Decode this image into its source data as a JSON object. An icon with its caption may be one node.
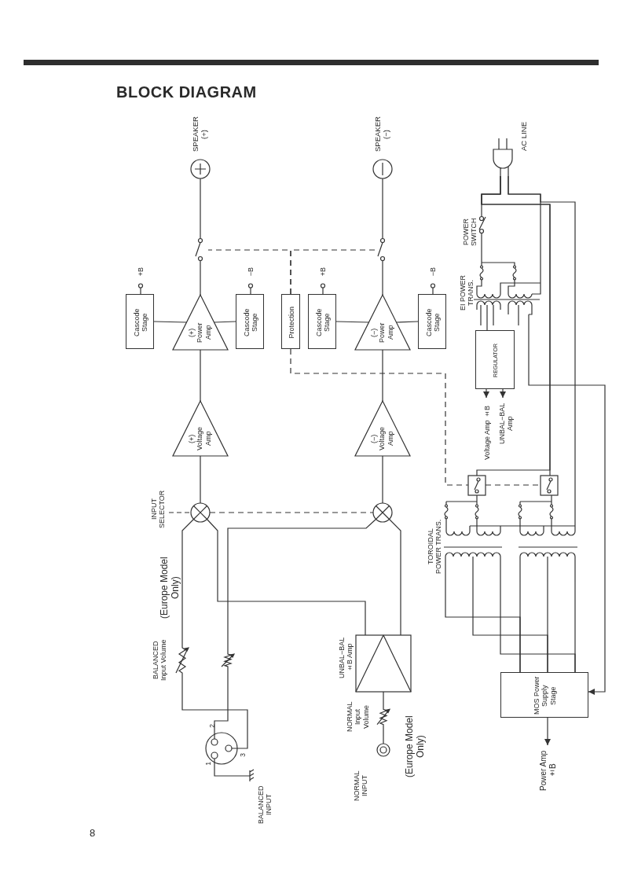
{
  "diagram": {
    "title": "BLOCK DIAGRAM",
    "nodes": [
      {
        "text": [
          "SPEAKER (+)"
        ]
      },
      {
        "text": [
          "SPEAKER (−)"
        ]
      },
      {
        "text": [
          "Cascode Stage"
        ],
        "beside": [
          "+B"
        ]
      },
      {
        "text": [
          "(+) Power Amp"
        ]
      },
      {
        "text": [
          "Cascode Stage"
        ],
        "beside": [
          "−B"
        ]
      },
      {
        "text": [
          "Protection"
        ]
      },
      {
        "text": [
          "Cascode Stage"
        ],
        "beside": [
          "+B"
        ]
      },
      {
        "text": [
          "(−) Power Amp"
        ]
      },
      {
        "text": [
          "Cascode Stage"
        ],
        "beside": [
          "−B"
        ]
      },
      {
        "text": [
          "(+) Voltage Amp"
        ]
      },
      {
        "text": [
          "(−) Voltage Amp"
        ]
      },
      {
        "text": [
          "INPUT SELECTOR"
        ]
      },
      {
        "text": [],
        "shape": "circle"
      },
      {
        "text": [
          "BALANCED Input Volume"
        ]
      },
      {
        "text": [],
        "shape": "resistor"
      },
      {
        "text": [
          "BALANCED INPUT"
        ]
      },
      {
        "text": [
          "UNBAL−BAL ±B Amp"
        ]
      },
      {
        "text": [
          "NORMAL Input Volume"
        ]
      },
      {
        "text": [
          "NORMAL INPUT"
        ]
      },
      {
        "text": [
          "AC LINE"
        ]
      },
      {
        "text": [
          "POWER SWITCH"
        ]
      },
      {
        "text": [
          "EI POWER TRANS."
        ]
      },
      {
        "text": [
          "REGULATOR"
        ]
      },
      {
        "text": [],
        "shape": "box"
      },
      {
        "text": [],
        "shape": "box"
      },
      {
        "text": [
          "TOROIDAL POWER TRANS."
        ]
      },
      {
        "text": [
          "MOS Power Supply Stage"
        ]
      },
      {
        "text": [
          "Voltage Amp ±B"
        ]
      },
      {
        "text": [
          "UNBAL−BAL Amp"
        ]
      },
      {
        "text": [
          "Power Amp ±B"
        ]
      },
      {
        "text": [],
        "shape": "switch"
      },
      {
        "text": [],
        "shape": "switch"
      }
    ],
    "edges": [
      {
        "from": 3,
        "to": 30,
        "arrow": "none"
      },
      {
        "from": 30,
        "to": 0,
        "arrow": "none"
      },
      {
        "from": 7,
        "to": 31,
        "arrow": "none"
      },
      {
        "from": 31,
        "to": 1,
        "arrow": "none"
      },
      {
        "from": 2,
        "to": 3,
        "arrow": "none"
      },
      {
        "from": 4,
        "to": 3,
        "arrow": "none"
      },
      {
        "from": 6,
        "to": 7,
        "arrow": "none"
      },
      {
        "from": 8,
        "to": 7,
        "arrow": "none"
      },
      {
        "from": 9,
        "to": 3,
        "arrow": "none"
      },
      {
        "from": 10,
        "to": 7,
        "arrow": "none"
      },
      {
        "from": 11,
        "to": 9,
        "arrow": "none"
      },
      {
        "from": 12,
        "to": 10,
        "arrow": "none"
      },
      {
        "from": 11,
        "to": 13,
        "arrow": "none"
      },
      {
        "from": 11,
        "to": 16,
        "arrow": "none"
      },
      {
        "from": 12,
        "to": 14,
        "arrow": "none"
      },
      {
        "from": 12,
        "to": 16,
        "arrow": "none"
      },
      {
        "from": 15,
        "to": 13,
        "arrow": "none"
      },
      {
        "from": 15,
        "to": 14,
        "arrow": "none"
      },
      {
        "from": 18,
        "to": 17,
        "arrow": "none"
      },
      {
        "from": 17,
        "to": 16,
        "arrow": "none"
      },
      {
        "from": 5,
        "to": 30,
        "arrow": "none",
        "style": "dashed"
      },
      {
        "from": 5,
        "to": 31,
        "arrow": "none",
        "style": "dashed"
      },
      {
        "from": 5,
        "to": 23,
        "arrow": "none",
        "style": "dashed"
      },
      {
        "from": 23,
        "to": 24,
        "arrow": "none",
        "style": "dashed"
      },
      {
        "from": 11,
        "to": 12,
        "arrow": "none",
        "style": "dashed"
      },
      {
        "from": 19,
        "to": 20,
        "arrow": "none"
      },
      {
        "from": 20,
        "to": 21,
        "arrow": "none"
      },
      {
        "from": 21,
        "to": 22,
        "arrow": "none"
      },
      {
        "from": 22,
        "to": 27,
        "arrow": "to"
      },
      {
        "from": 22,
        "to": 28,
        "arrow": "to"
      },
      {
        "from": 21,
        "to": 26,
        "arrow": "to"
      },
      {
        "from": 19,
        "to": 24,
        "arrow": "none"
      },
      {
        "from": 19,
        "to": 25,
        "arrow": "none"
      },
      {
        "from": 23,
        "to": 25,
        "arrow": "none"
      },
      {
        "from": 24,
        "to": 25,
        "arrow": "none"
      },
      {
        "from": 25,
        "to": 26,
        "arrow": "none"
      },
      {
        "from": 25,
        "to": 26,
        "arrow": "none"
      },
      {
        "from": 25,
        "to": 26,
        "arrow": "none"
      },
      {
        "from": 25,
        "to": 26,
        "arrow": "none"
      },
      {
        "from": 25,
        "to": 26,
        "arrow": "none"
      },
      {
        "from": 25,
        "to": 26,
        "arrow": "none"
      },
      {
        "from": 19,
        "to": 21,
        "arrow": "none"
      },
      {
        "from": 26,
        "to": 29,
        "arrow": "to"
      },
      {
        "from": 19,
        "to": 23,
        "arrow": "none"
      }
    ],
    "labels": [
      "(Europe Model Only)",
      "2",
      "1",
      "3",
      "(Europe Model Only)",
      "8"
    ]
  }
}
